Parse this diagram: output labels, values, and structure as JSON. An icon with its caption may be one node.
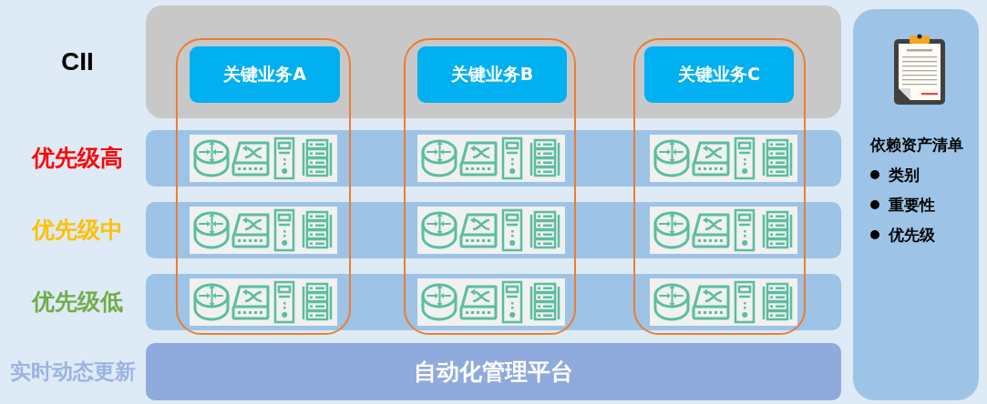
{
  "diagram": {
    "nodes": [
      {
        "text": [
          "CII"
        ]
      },
      {
        "text": [
          "关键业务A"
        ],
        "in": 0
      },
      {
        "text": [
          "关键业务B"
        ],
        "in": 0
      },
      {
        "text": [
          "关键业务C"
        ],
        "in": 0
      },
      {
        "text": [
          "优先级高"
        ]
      },
      {
        "text": [
          "优先级中"
        ]
      },
      {
        "text": [
          "优先级低"
        ]
      },
      {
        "text": [
          "实时动态更新",
          "自动化管理平台"
        ]
      },
      {
        "text": [
          "依赖资产清单",
          "类别",
          "重要性",
          "优先级"
        ]
      }
    ]
  }
}
